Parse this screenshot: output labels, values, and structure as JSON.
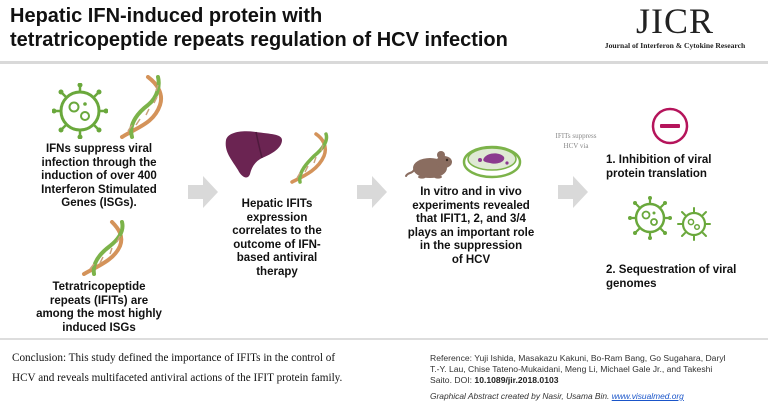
{
  "header": {
    "title_line1": "Hepatic IFN-induced protein with",
    "title_line2": "tetratricopeptide repeats regulation of HCV infection",
    "journal_abbr": "JICR",
    "journal_name": "Journal of Interferon & Cytokine Research"
  },
  "panel1": {
    "text_top": [
      "IFNs suppress viral",
      "infection through the",
      "induction of over 400",
      "Interferon Stimulated",
      "Genes (ISGs)."
    ],
    "text_bottom": [
      "Tetratricopeptide",
      "repeats (IFITs) are",
      "among the most highly",
      "induced ISGs"
    ]
  },
  "panel2": {
    "text": [
      "Hepatic IFITs",
      "expression",
      "correlates to the",
      "outcome of IFN-",
      "based antiviral",
      "therapy"
    ]
  },
  "panel3": {
    "text": [
      "In vitro and in vivo",
      "experiments revealed",
      "that IFIT1, 2, and 3/4",
      "plays an important role",
      "in the suppression",
      "of HCV"
    ]
  },
  "panel4": {
    "label_small": [
      "IFITs suppress",
      "HCV via"
    ],
    "item1": [
      "1. Inhibition of viral",
      "protein translation"
    ],
    "item2": [
      "2. Sequestration of viral",
      "genomes"
    ]
  },
  "footer": {
    "conclusion": [
      "Conclusion: This study defined the importance of IFITs in the control of",
      "HCV and reveals multifaceted antiviral actions of the IFIT protein family."
    ],
    "reference_lines": [
      "Reference: Yuji Ishida, Masakazu Kakuni, Bo-Ram Bang, Go Sugahara, Daryl",
      "T.-Y. Lau, Chise Tateno-Mukaidani, Meng Li, Michael Gale Jr., and Takeshi"
    ],
    "reference_tail": "Saito. DOI: ",
    "doi": "10.1089/jir.2018.0103",
    "credit_text": "Graphical Abstract created by Nasir, Usama Bin. ",
    "credit_link": "www.visualmed.org"
  },
  "colors": {
    "virus_green": "#6aa83c",
    "dna_orange": "#d4935a",
    "dna_green": "#7cb34a",
    "liver": "#6b2452",
    "mouse": "#8a6d60",
    "dish_purple": "#8b3a8f",
    "inhibit_red": "#b5145b",
    "arrow_gray": "#d9d9d9"
  }
}
